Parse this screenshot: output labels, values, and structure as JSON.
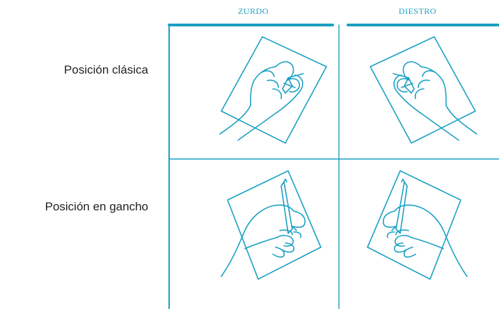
{
  "header": {
    "left": "ZURDO",
    "right": "DIESTRO"
  },
  "rows": [
    {
      "label": "Posición clásica"
    },
    {
      "label": "Posición en gancho"
    }
  ],
  "colors": {
    "line": "#1aa0c4",
    "text": "#222222",
    "background": "#ffffff"
  },
  "icons": [
    "left-hand-classic-grip-icon",
    "right-hand-classic-grip-icon",
    "left-hand-hook-grip-icon",
    "right-hand-hook-grip-icon"
  ]
}
